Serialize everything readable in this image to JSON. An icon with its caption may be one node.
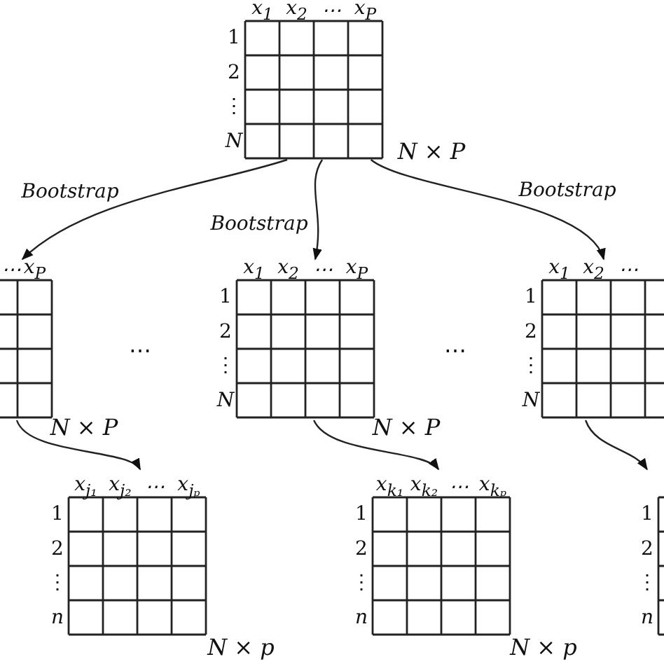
{
  "diagram": {
    "nodes": [
      {
        "text": [
          "x$_{1}$",
          "x$_{2}$",
          "⋯",
          "x$_{P}$",
          "1",
          "2",
          "⋮",
          "N"
        ],
        "beside": [
          "N × P"
        ]
      },
      {
        "text": [
          "⋯",
          "x$_{P}$"
        ],
        "beside": [
          "N × P"
        ]
      },
      {
        "text": [
          "x$_{1}$",
          "x$_{2}$",
          "⋯",
          "x$_{P}$",
          "1",
          "2",
          "⋮",
          "N"
        ],
        "beside": [
          "N × P"
        ]
      },
      {
        "text": [
          "x$_{1}$",
          "x$_{2}$",
          "⋯",
          "1",
          "2",
          "⋮",
          "N"
        ]
      },
      {
        "text": [
          "x$_{j₁}$",
          "x$_{j₂}$",
          "⋯",
          "x$_{jₚ}$",
          "1",
          "2",
          "⋮",
          "n"
        ],
        "beside": [
          "N × p"
        ]
      },
      {
        "text": [
          "x$_{k₁}$",
          "x$_{k₂}$",
          "⋯",
          "x$_{kₚ}$",
          "1",
          "2",
          "⋮",
          "n"
        ],
        "beside": [
          "N × p"
        ]
      },
      {
        "text": [
          "1",
          "2",
          "⋮",
          "n"
        ]
      }
    ],
    "edges": [
      {
        "from": 0,
        "to": 1,
        "arrow": "to",
        "label": "Bootstrap"
      },
      {
        "from": 0,
        "to": 2,
        "arrow": "to",
        "label": "Bootstrap"
      },
      {
        "from": 0,
        "to": 3,
        "arrow": "to",
        "label": "Bootstrap"
      },
      {
        "from": 1,
        "to": 4,
        "arrow": "to"
      },
      {
        "from": 2,
        "to": 5,
        "arrow": "to"
      },
      {
        "from": 3,
        "to": 6,
        "arrow": "to"
      }
    ],
    "labels": [
      "⋯",
      "⋯"
    ]
  }
}
